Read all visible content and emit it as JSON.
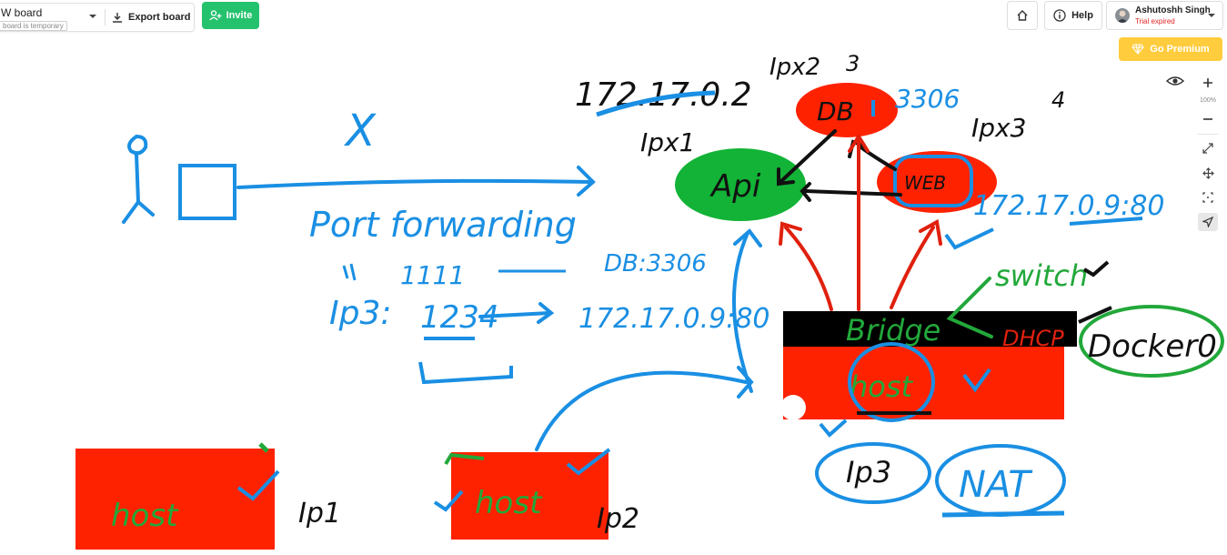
{
  "toolbar": {
    "board_name": "W board",
    "board_temp_label": "board is temporary",
    "export_label": "Export board",
    "invite_label": "Invite",
    "help_label": "Help",
    "premium_label": "Go Premium"
  },
  "user": {
    "name": "Ashutoshh Singh",
    "status": "Trial expired"
  },
  "zoom": {
    "level": "100%"
  },
  "colors": {
    "accent_green": "#25c26e",
    "premium_yellow": "#ffcc3d",
    "ink_blue": "#1a8fe3",
    "ink_green": "#22a83a",
    "ink_red": "#e0200e",
    "ink_black": "#111111",
    "fill_red": "#ff2200",
    "fill_green": "#12b336",
    "status_red": "#e02424"
  },
  "icons": {
    "export": "download-icon",
    "invite": "add-user-icon",
    "home": "home-icon",
    "help": "info-icon",
    "premium": "diamond-icon",
    "visibility": "eye-icon",
    "fit": "expand-icon",
    "move": "move-icon",
    "select": "frame-select-icon",
    "laser": "pointer-icon"
  },
  "whiteboard": {
    "ip_top": "172.17.0.2",
    "ipx1": "Ipx1",
    "ipx2": "Ipx2",
    "ipx3": "Ipx3",
    "num3": "3",
    "num4": "4",
    "db_label": "DB",
    "db_port": "3306",
    "api_label": "Api",
    "web_label": "WEB",
    "web_ip": "172.17.0.9:80",
    "cross": "X",
    "port_forwarding": "Port forwarding",
    "port_1111": "1111",
    "db_3306": "DB:3306",
    "ip3_label": "Ip3:",
    "port_1234": "1234",
    "target_ip": "172.17.0.9:80",
    "bridge": "Bridge",
    "dhcp": "DHCP",
    "switch_label": "switch",
    "docker0": "Docker0",
    "host_main": "host",
    "ip3_circle": "Ip3",
    "nat": "NAT",
    "host_left": "host",
    "ip1": "Ip1",
    "host_mid": "host",
    "ip2": "Ip2"
  }
}
